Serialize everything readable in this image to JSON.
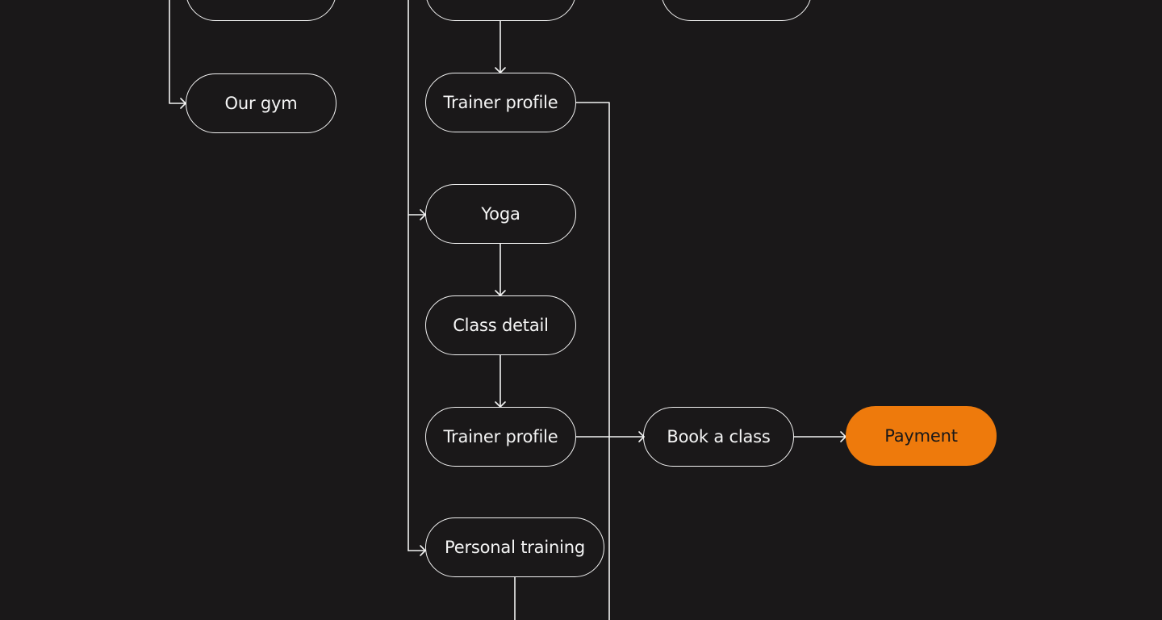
{
  "colors": {
    "background": "#1a1819",
    "line": "#f2f2f2",
    "accent": "#ee7a0c",
    "accent_text": "#1a1819"
  },
  "nodes": {
    "top_left_cut": "",
    "top_middle_cut": "",
    "top_right_cut": "",
    "our_gym": "Our gym",
    "trainer_profile_top": "Trainer profile",
    "yoga": "Yoga",
    "class_detail": "Class detail",
    "trainer_profile_bottom": "Trainer profile",
    "book_a_class": "Book a class",
    "payment": "Payment",
    "personal_training": "Personal training"
  }
}
